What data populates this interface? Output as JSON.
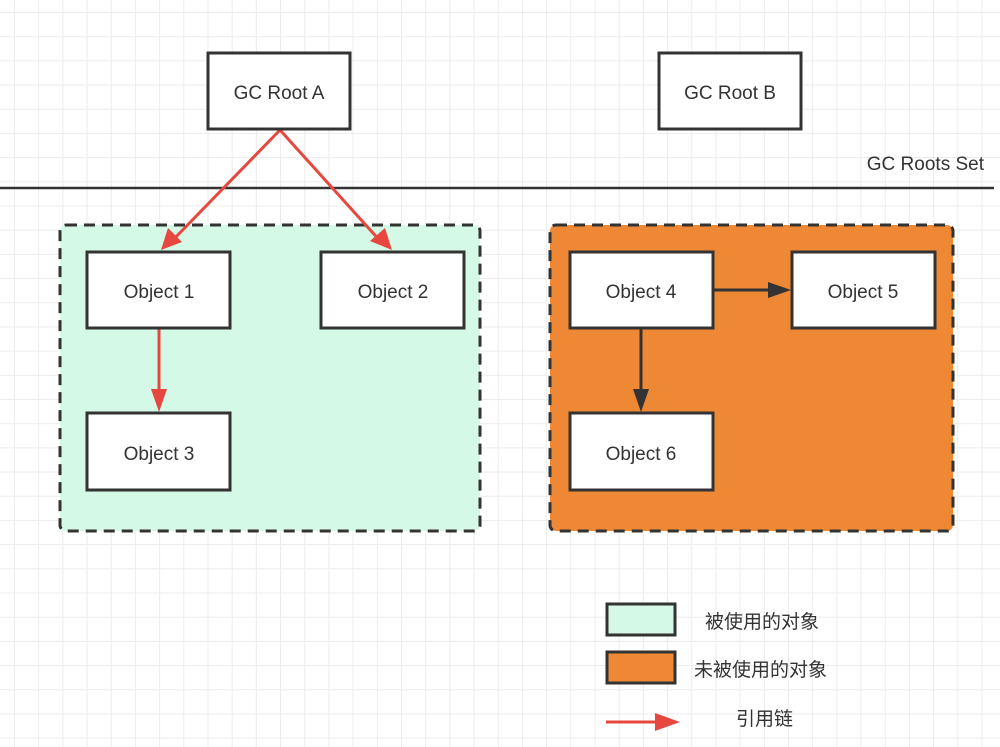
{
  "diagram": {
    "title": "GC Roots reachability",
    "separator_label": "GC Roots Set",
    "roots": [
      {
        "id": "root-a",
        "label": "GC Root A"
      },
      {
        "id": "root-b",
        "label": "GC Root B"
      }
    ],
    "groups": [
      {
        "id": "used",
        "fill": "#d4f9e6",
        "objects": [
          "obj1",
          "obj2",
          "obj3"
        ]
      },
      {
        "id": "unused",
        "fill": "#ef8834",
        "objects": [
          "obj4",
          "obj5",
          "obj6"
        ]
      }
    ],
    "objects": [
      {
        "id": "obj1",
        "label": "Object 1"
      },
      {
        "id": "obj2",
        "label": "Object 2"
      },
      {
        "id": "obj3",
        "label": "Object 3"
      },
      {
        "id": "obj4",
        "label": "Object 4"
      },
      {
        "id": "obj5",
        "label": "Object 5"
      },
      {
        "id": "obj6",
        "label": "Object 6"
      }
    ],
    "edges": [
      {
        "from": "root-a",
        "to": "obj1",
        "kind": "reference-chain",
        "color": "#e8473f"
      },
      {
        "from": "root-a",
        "to": "obj2",
        "kind": "reference-chain",
        "color": "#e8473f"
      },
      {
        "from": "obj1",
        "to": "obj3",
        "kind": "reference-chain",
        "color": "#e8473f"
      },
      {
        "from": "obj4",
        "to": "obj5",
        "kind": "reference",
        "color": "#333333"
      },
      {
        "from": "obj4",
        "to": "obj6",
        "kind": "reference",
        "color": "#333333"
      }
    ]
  },
  "legend": {
    "items": [
      {
        "label": "被使用的对象",
        "swatch": "#d4f9e6",
        "type": "box"
      },
      {
        "label": "未被使用的对象",
        "swatch": "#ef8834",
        "type": "box"
      },
      {
        "label": "引用链",
        "swatch": "#e8473f",
        "type": "arrow"
      }
    ]
  },
  "colors": {
    "stroke": "#333333",
    "node_fill": "#ffffff",
    "reference_chain": "#e8473f",
    "used_fill": "#d4f9e6",
    "unused_fill": "#ef8834"
  }
}
